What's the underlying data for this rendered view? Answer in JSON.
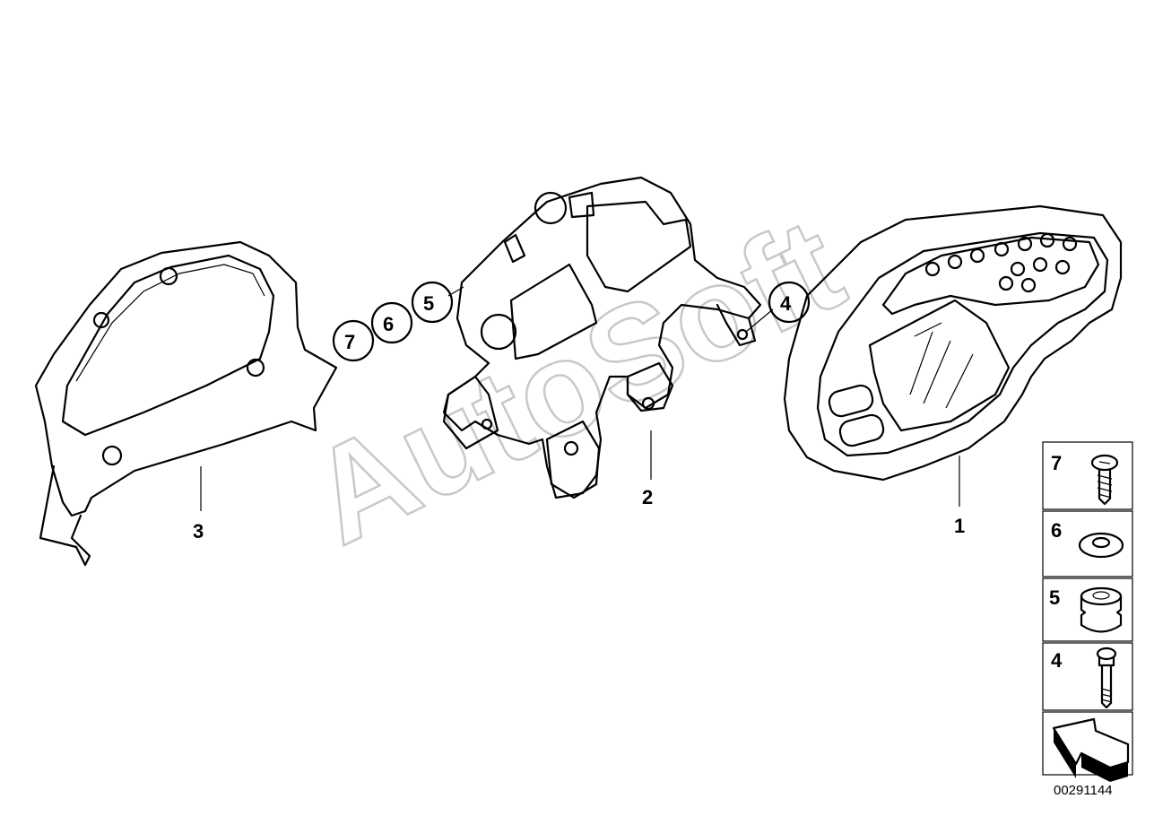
{
  "diagram": {
    "watermark": "AutoSoft",
    "drawing_number": "00291144",
    "callouts": {
      "part1": "1",
      "part2": "2",
      "part3": "3",
      "part4": "4",
      "part5": "5",
      "part6": "6",
      "part7": "7"
    },
    "legend": [
      {
        "number": "7",
        "icon": "screw-icon"
      },
      {
        "number": "6",
        "icon": "washer-icon"
      },
      {
        "number": "5",
        "icon": "rubber-grommet-icon"
      },
      {
        "number": "4",
        "icon": "bolt-icon"
      }
    ],
    "legend_arrow_icon": "direction-arrow-icon"
  }
}
